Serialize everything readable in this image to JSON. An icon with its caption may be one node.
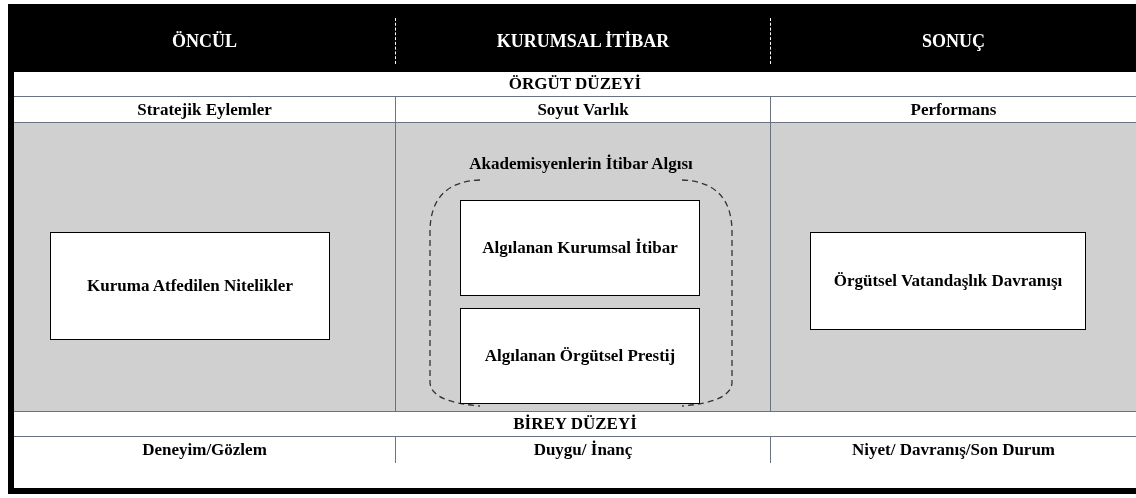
{
  "diagram": {
    "nodes": [
      {
        "text": [
          "Kuruma Atfedilen Nitelikler"
        ]
      },
      {
        "text": [
          "Akademisyenlerin İtibar Algısı"
        ]
      },
      {
        "text": [
          "Algılanan Kurumsal İtibar"
        ],
        "in": 1
      },
      {
        "text": [
          "Algılanan Örgütsel Prestij"
        ],
        "in": 1
      },
      {
        "text": [
          "Örgütsel Vatandaşlık Davranışı"
        ]
      }
    ],
    "labels": [
      "ÖNCÜL",
      "KURUMSAL İTİBAR",
      "SONUÇ",
      "ÖRGÜT DÜZEYİ",
      "Stratejik Eylemler",
      "Soyut Varlık",
      "Performans",
      "BİREY DÜZEYİ",
      "Deneyim/Gözlem",
      "Duygu/ İnanç",
      "Niyet/ Davranış/Son Durum"
    ]
  }
}
